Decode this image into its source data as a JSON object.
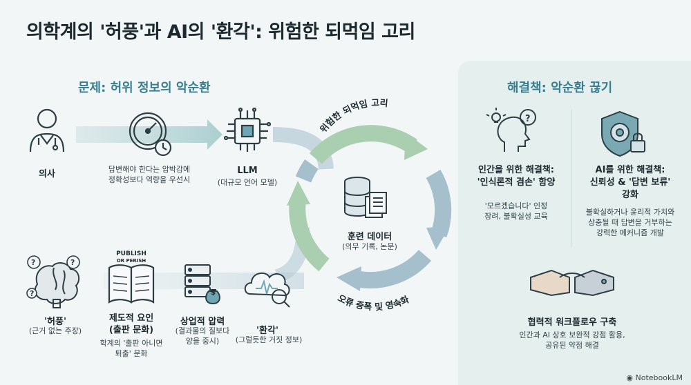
{
  "title": "의학계의 '허풍'과 AI의 '환각': 위험한 되먹임 고리",
  "problem": {
    "heading": "문제: 허위 정보의 악순환",
    "doctor": {
      "label": "의사"
    },
    "pressure": {
      "line1": "답변해야 한다는 압박감에",
      "line2": "정확성보다 역량을 우선시"
    },
    "llm": {
      "label": "LLM",
      "sub": "(대규모 언어 모델)"
    },
    "loop": {
      "top": "위험한 되먹임 고리",
      "bottom": "오류 증폭 및 영속화"
    },
    "data": {
      "label": "훈련 데이터",
      "sub": "(의무 기록, 논문)"
    },
    "hype": {
      "label": "'허풍'",
      "sub": "(근거 없는 주장)"
    },
    "institution": {
      "badge1": "PUBLISH",
      "badge2": "OR PERISH",
      "line1": "제도적 요인",
      "line2": "(출판 문화)",
      "sub1": "학계의 '출판 아니면",
      "sub2": "퇴출' 문화"
    },
    "commercial": {
      "label": "상업적 압력",
      "sub1": "(결과물의 질보다",
      "sub2": "양을 중시)"
    },
    "hallucination": {
      "label": "'환각'",
      "sub": "(그럴듯한 거짓 정보)"
    }
  },
  "solution": {
    "heading": "해결책: 악순환 끊기",
    "human": {
      "title1": "인간을 위한 해결책:",
      "title2": "'인식론적 겸손' 함양",
      "sub1": "'모르겠습니다' 인정",
      "sub2": "장려, 불확실성 교육"
    },
    "ai": {
      "title1": "AI를 위한 해결책:",
      "title2": "신뢰성 & '답변 보류'",
      "title3": "강화",
      "sub1": "불확실하거나 윤리적 가치와",
      "sub2": "상충될 때 답변을 거부하는",
      "sub3": "강력한 메커니즘 개발"
    },
    "collab": {
      "title": "협력적 워크플로우 구축",
      "sub1": "인간과 AI 상호 보완적 강점 활용,",
      "sub2": "공유된 약점 해결"
    }
  },
  "brand": "NotebookLM",
  "colors": {
    "accent": "#3a7f8f",
    "panel": "#e5f0ee",
    "loop_green": "#a9cfb0",
    "loop_blue": "#a5bfcc"
  }
}
